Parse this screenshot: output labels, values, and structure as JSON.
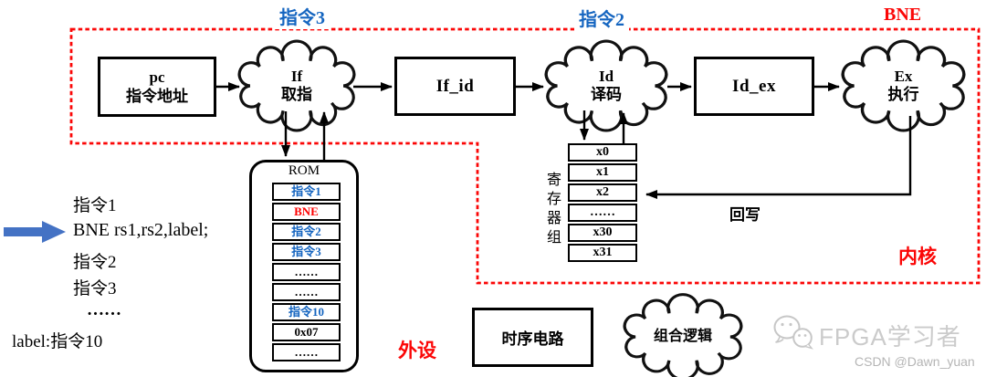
{
  "colors": {
    "label_blue": "#1565c0",
    "alert_red": "#ff0000",
    "kernel_dash_red": "#fb0606",
    "pointer_blue": "#4472c4",
    "watermark_gray": "#cbcbcb"
  },
  "top_labels": {
    "instr3": "指令3",
    "instr2": "指令2",
    "bne": "BNE"
  },
  "pipeline": {
    "pc_line1": "pc",
    "pc_line2": "指令地址",
    "if_line1": "If",
    "if_line2": "取指",
    "ifid": "If_id",
    "id_line1": "Id",
    "id_line2": "译码",
    "idex": "Id_ex",
    "ex_line1": "Ex",
    "ex_line2": "执行"
  },
  "rom": {
    "title": "ROM",
    "cells": [
      {
        "text": "指令1",
        "cls": "c-blue"
      },
      {
        "text": "BNE",
        "cls": "c-red"
      },
      {
        "text": "指令2",
        "cls": "c-blue"
      },
      {
        "text": "指令3",
        "cls": "c-blue"
      },
      {
        "text": "……",
        "cls": "c-black"
      },
      {
        "text": "……",
        "cls": "c-black"
      },
      {
        "text": "指令10",
        "cls": "c-blue"
      },
      {
        "text": "0x07",
        "cls": "c-black"
      },
      {
        "text": "……",
        "cls": "c-black"
      }
    ]
  },
  "registers": {
    "label": "寄存器组",
    "cells": [
      "x0",
      "x1",
      "x2",
      "……",
      "x30",
      "x31"
    ]
  },
  "program": {
    "lines": [
      "指令1",
      "BNE rs1,rs2,label;",
      "指令2",
      "指令3",
      "……",
      "label:指令10"
    ]
  },
  "annotations": {
    "writeback": "回写",
    "kernel": "内核",
    "peripheral": "外设"
  },
  "legend": {
    "sequential": "时序电路",
    "combinational": "组合逻辑"
  },
  "watermark": {
    "brand": "FPGA学习者",
    "credit": "CSDN @Dawn_yuan"
  }
}
